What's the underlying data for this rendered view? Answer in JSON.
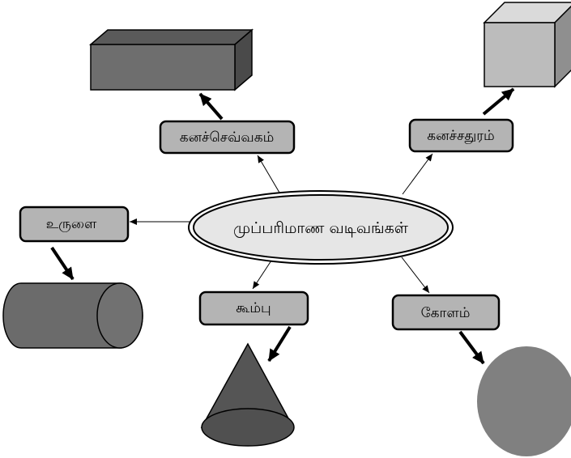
{
  "center": {
    "label": "முப்பரிமாண வடிவங்கள்"
  },
  "nodes": {
    "cuboid": {
      "label": "கனச்செவ்வகம்"
    },
    "cube": {
      "label": "கனச்சதுரம்"
    },
    "cylinder": {
      "label": "உருளை"
    },
    "cone": {
      "label": "கூம்பு"
    },
    "sphere": {
      "label": "கோளம்"
    }
  }
}
